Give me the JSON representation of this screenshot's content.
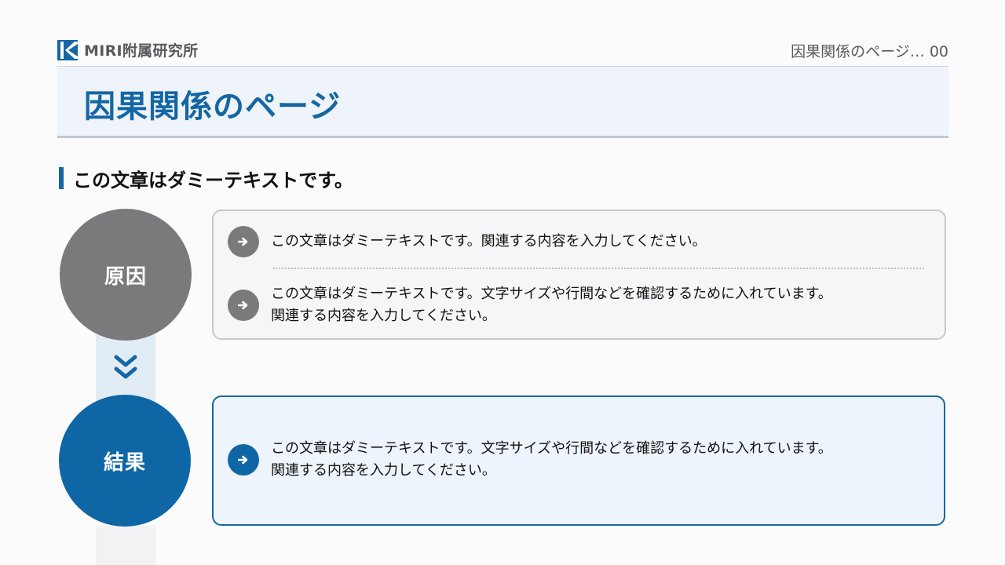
{
  "header": {
    "org_name": "MIRI附属研究所",
    "page_ref": "因果関係のページ… 00"
  },
  "title": "因果関係のページ",
  "section_heading": "この文章はダミーテキストです。",
  "cause": {
    "label": "原因",
    "items": [
      {
        "line1": "この文章はダミーテキストです。関連する内容を入力してください。",
        "line2": ""
      },
      {
        "line1": "この文章はダミーテキストです。文字サイズや行間などを確認するために入れています。",
        "line2": "関連する内容を入力してください。"
      }
    ]
  },
  "effect": {
    "label": "結果",
    "items": [
      {
        "line1": "この文章はダミーテキストです。文字サイズや行間などを確認するために入れています。",
        "line2": "関連する内容を入力してください。"
      }
    ]
  },
  "icons": {
    "logo": "miri-logo-icon",
    "arrow": "arrow-right-icon",
    "connector": "double-chevron-down-icon"
  },
  "colors": {
    "accent": "#1466a4",
    "cause_gray": "#7a797b",
    "title_band": "#eef4f9"
  }
}
